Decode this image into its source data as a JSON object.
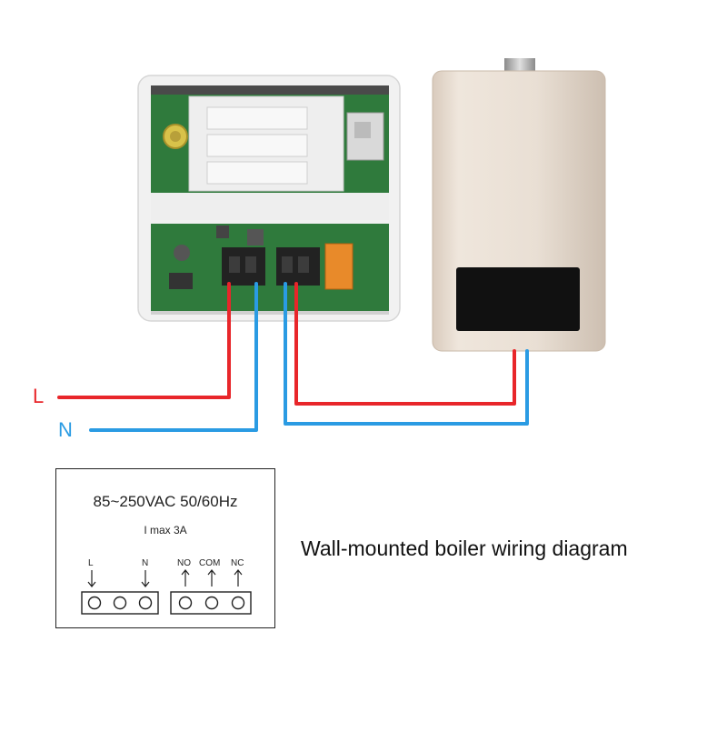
{
  "diagram": {
    "caption": "Wall-mounted boiler wiring diagram",
    "wire_labels": {
      "live": "L",
      "neutral": "N"
    },
    "spec_box": {
      "voltage": "85~250VAC 50/60Hz",
      "current": "I max 3A",
      "power_terminals": [
        "L",
        "N"
      ],
      "relay_terminals": [
        "NO",
        "COM",
        "NC"
      ]
    },
    "colors": {
      "live_wire": "#e8262a",
      "neutral_wire": "#2a9be3",
      "boiler_body": "#e7dcd0",
      "boiler_display": "#111111",
      "pcb": "#2f7a3c",
      "thermostat_body": "#f1f1f1"
    }
  }
}
